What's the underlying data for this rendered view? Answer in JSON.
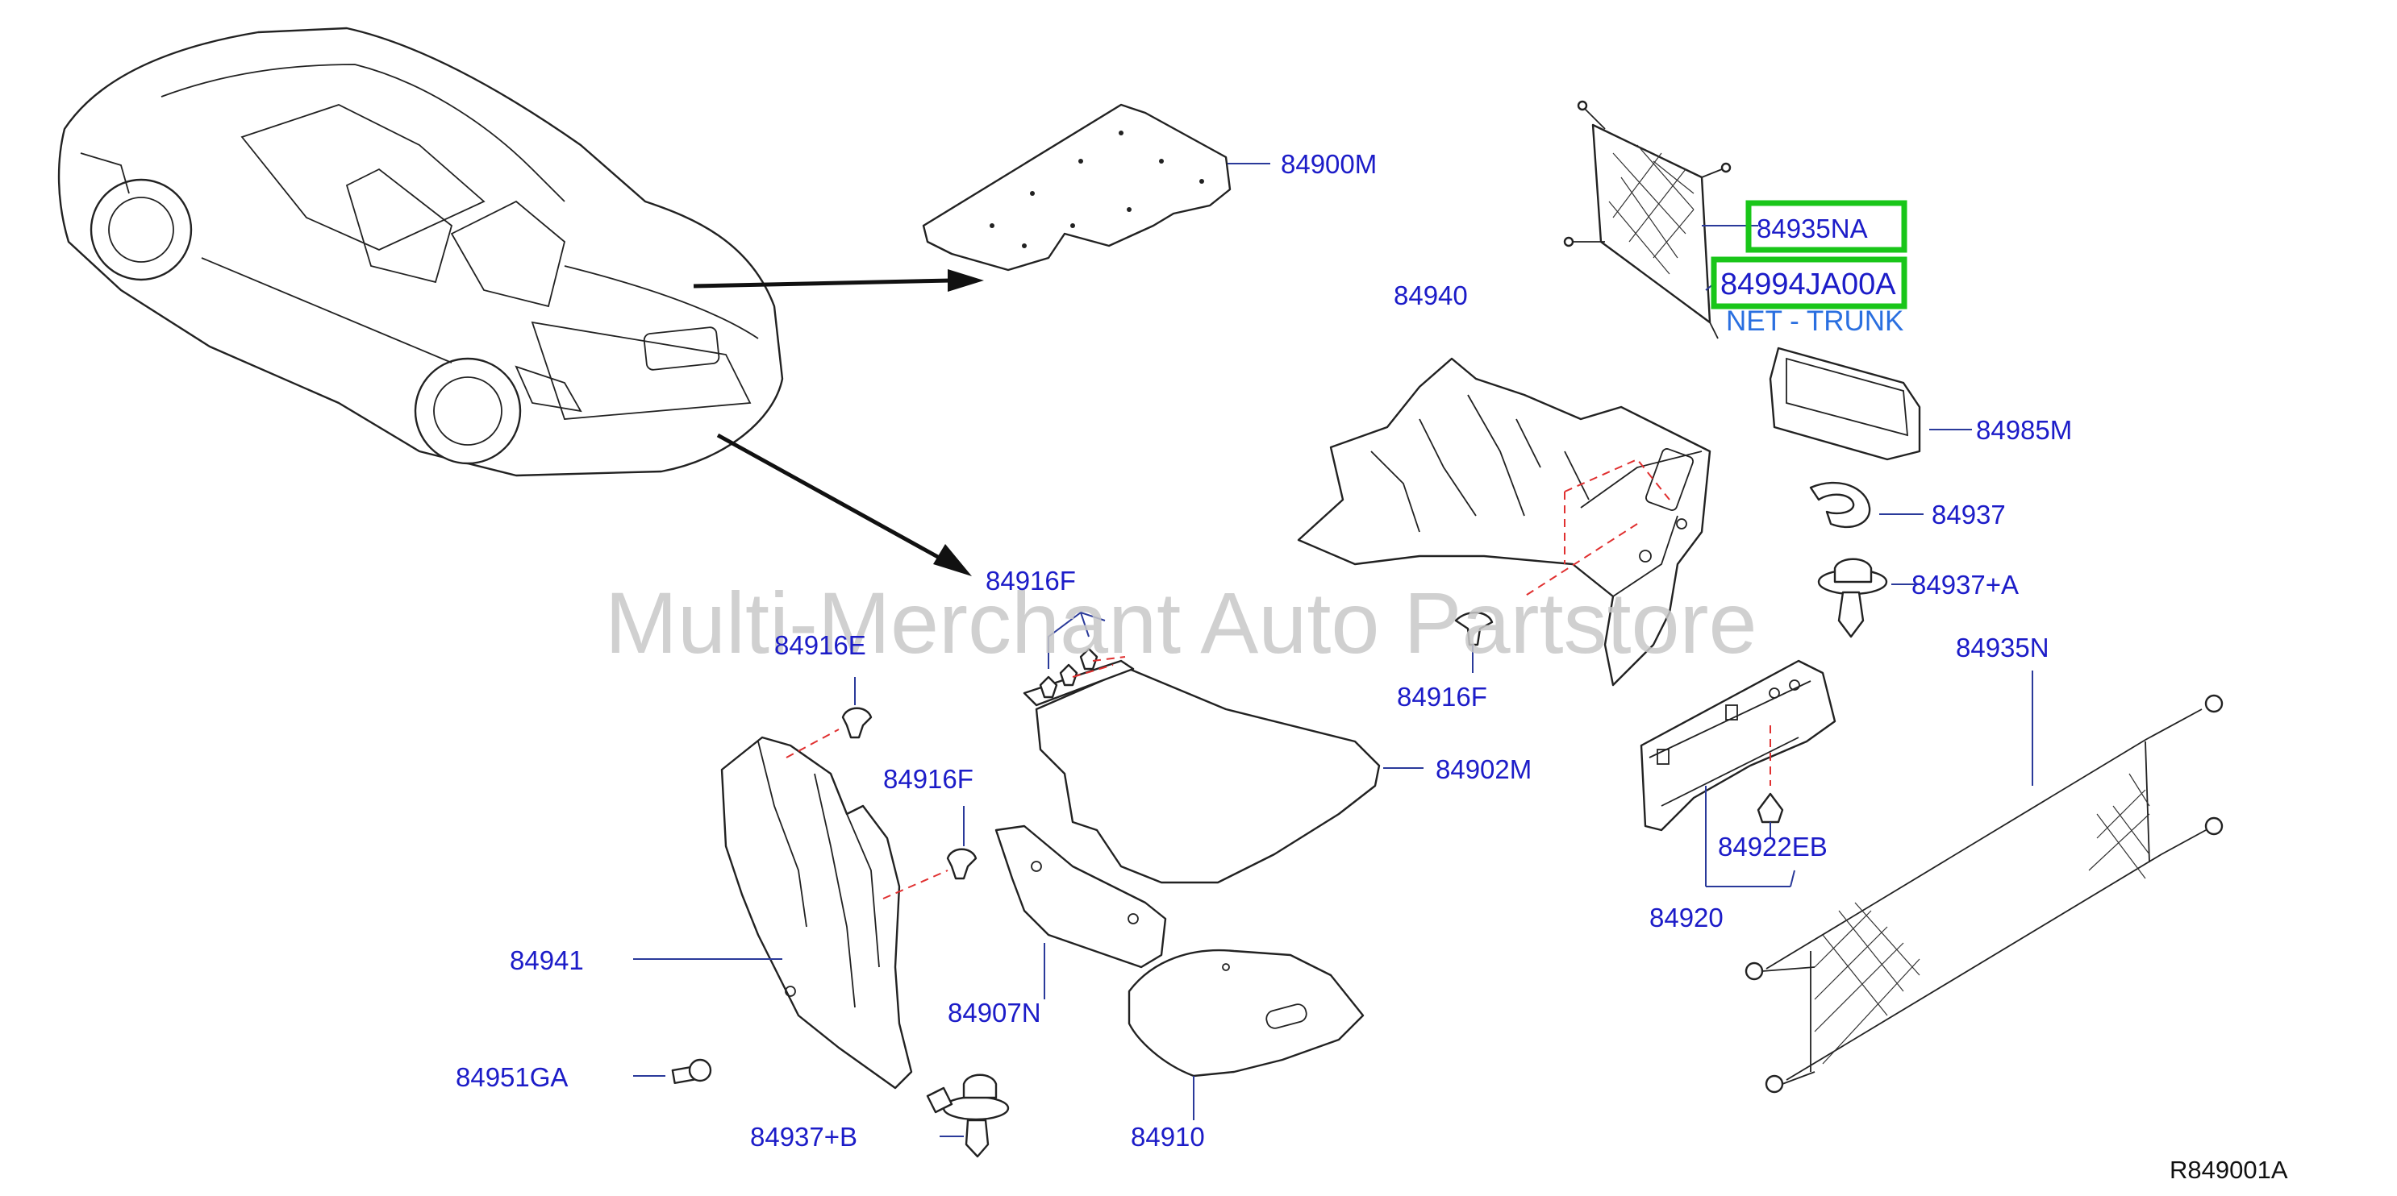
{
  "labels": {
    "p84900M": "84900M",
    "p84935NA": "84935NA",
    "p84994JA00A": "84994JA00A",
    "net_trunk": "NET - TRUNK",
    "p84940": "84940",
    "p84985M": "84985M",
    "p84937": "84937",
    "p84937A": "84937+A",
    "p84916F_top": "84916F",
    "p84916E": "84916E",
    "p84916F_right": "84916F",
    "p84935N": "84935N",
    "p84916F_mid": "84916F",
    "p84902M": "84902M",
    "p84922EB": "84922EB",
    "p84941": "84941",
    "p84907N": "84907N",
    "p84920": "84920",
    "p84951GA": "84951GA",
    "p84937B": "84937+B",
    "p84910": "84910"
  },
  "watermark": "Multi-Merchant Auto Partstore",
  "reference_code": "R849001A",
  "colors": {
    "label": "#1c1cc8",
    "net_label": "#2a6fe0",
    "highlight": "#19c619",
    "dash": "#e03030"
  }
}
